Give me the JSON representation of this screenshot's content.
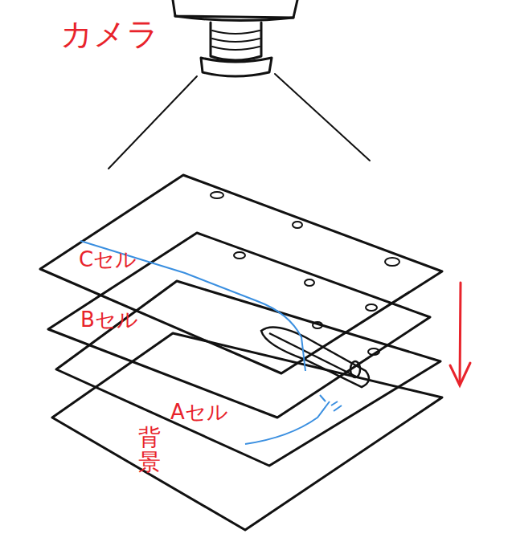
{
  "diagram": {
    "labels": [
      "カメラ",
      "Cセル",
      "Bセル",
      "Aセル",
      "背景"
    ]
  }
}
